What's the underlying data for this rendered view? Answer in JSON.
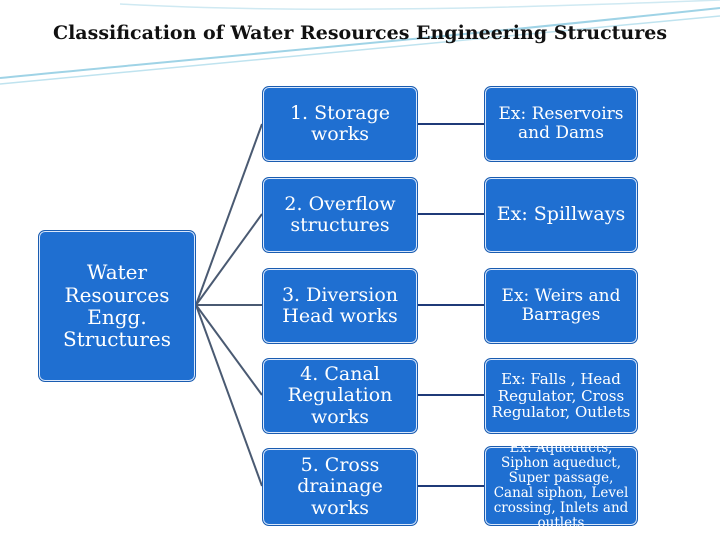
{
  "title": "Classification of Water Resources Engineering Structures",
  "root": "Water Resources Engg. Structures",
  "categories": [
    {
      "label": "1. Storage works",
      "example": "Ex:  Reservoirs and Dams"
    },
    {
      "label": "2. Overflow structures",
      "example": "Ex: Spillways"
    },
    {
      "label": "3. Diversion Head works",
      "example": "Ex: Weirs and Barrages"
    },
    {
      "label": "4. Canal Regulation works",
      "example": "Ex: Falls , Head Regulator, Cross Regulator, Outlets"
    },
    {
      "label": "5. Cross drainage works",
      "example": "Ex: Aqueducts, Siphon aqueduct, Super passage, Canal siphon, Level crossing, Inlets and outlets"
    }
  ],
  "colors": {
    "box_fill": "#1f6fd1",
    "connector": "#1f3a78",
    "branch": "#4a5a72"
  }
}
